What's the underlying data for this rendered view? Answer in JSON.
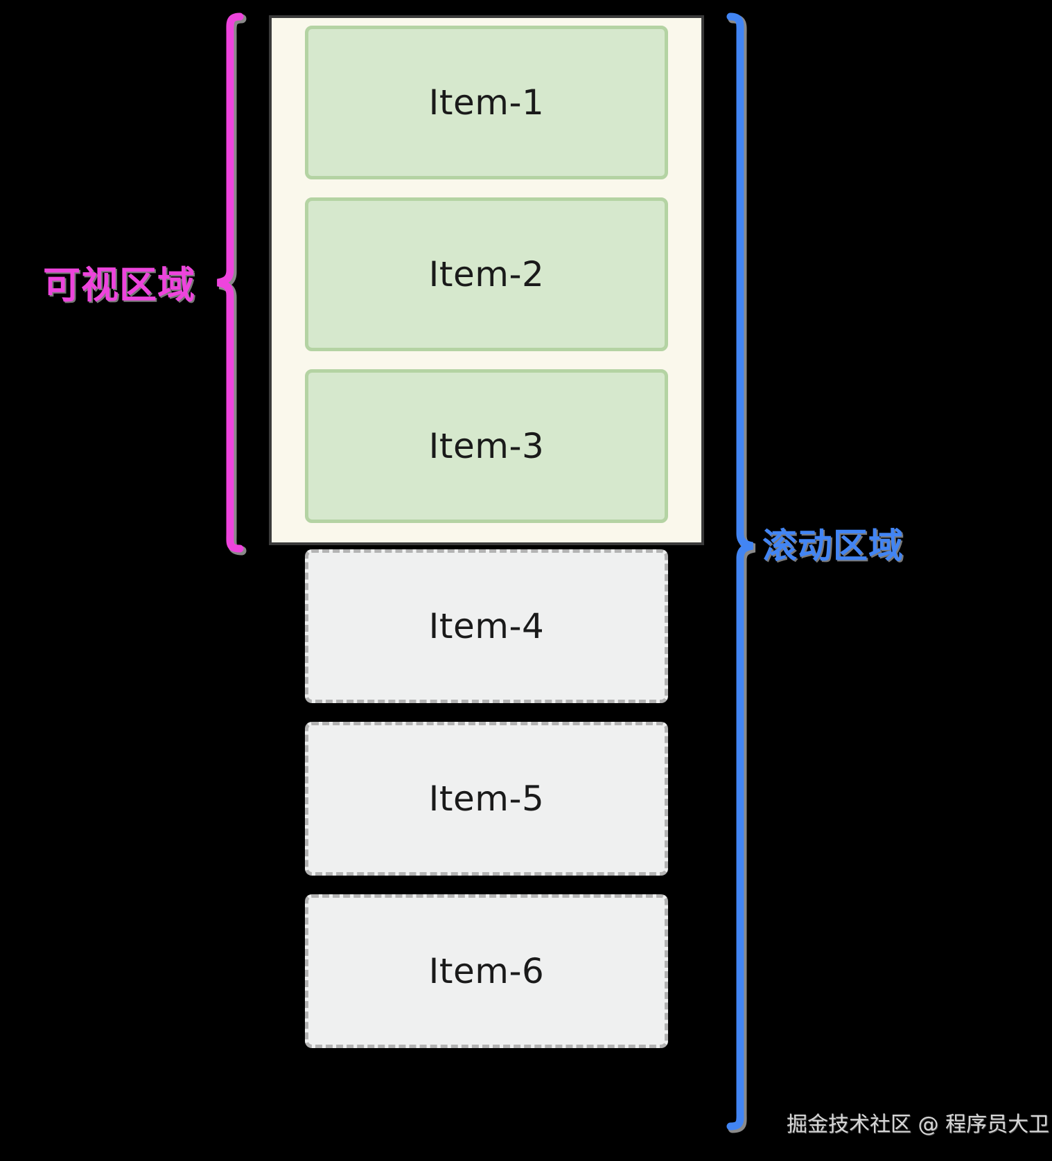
{
  "diagram": {
    "title": "Scroll area vs viewport diagram",
    "background_color": "#000000"
  },
  "annotations": {
    "viewport": {
      "label": "可视区域",
      "color": "#ee44dd",
      "bracket_name": "viewport-bracket"
    },
    "scroll_area": {
      "label": "滚动区域",
      "color": "#4285f4",
      "bracket_name": "scroll-area-bracket"
    }
  },
  "viewport": {
    "background_color": "#faf8ec",
    "border_color": "#3a3a3a",
    "items": [
      {
        "label": "Item-1",
        "state": "visible"
      },
      {
        "label": "Item-2",
        "state": "visible"
      },
      {
        "label": "Item-3",
        "state": "visible"
      }
    ]
  },
  "overflow": {
    "item_background_color": "#eff0f0",
    "item_border_color": "#b3b3b3",
    "items": [
      {
        "label": "Item-4",
        "state": "hidden"
      },
      {
        "label": "Item-5",
        "state": "hidden"
      },
      {
        "label": "Item-6",
        "state": "hidden"
      }
    ]
  },
  "watermark": {
    "text": "掘金技术社区 @ 程序员大卫"
  }
}
